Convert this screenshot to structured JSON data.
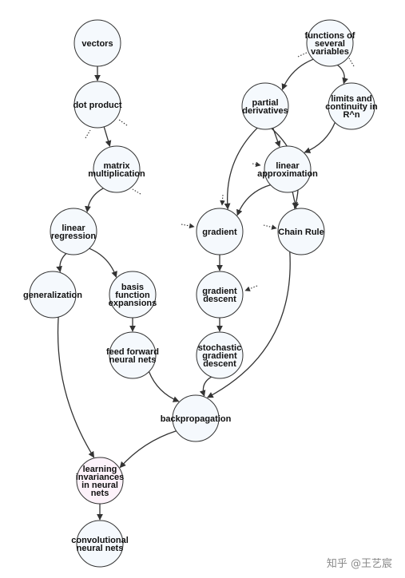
{
  "colors": {
    "node_fill": "#f5f9fd",
    "node_stroke": "#333333",
    "highlight_fill": "#fdf2fa",
    "edge": "#333333"
  },
  "nodes": [
    {
      "id": "vectors",
      "lines": [
        "vectors"
      ]
    },
    {
      "id": "dot-product",
      "lines": [
        "dot product"
      ]
    },
    {
      "id": "matrix-multiplication",
      "lines": [
        "matrix",
        "multiplication"
      ]
    },
    {
      "id": "linear-regression",
      "lines": [
        "linear",
        "regression"
      ]
    },
    {
      "id": "generalization",
      "lines": [
        "generalization"
      ]
    },
    {
      "id": "basis-function-expansions",
      "lines": [
        "basis",
        "function",
        "expansions"
      ]
    },
    {
      "id": "feed-forward-neural-nets",
      "lines": [
        "feed forward",
        "neural nets"
      ]
    },
    {
      "id": "backpropagation",
      "lines": [
        "backpropagation"
      ]
    },
    {
      "id": "learning-invariances",
      "lines": [
        "learning",
        "invariances",
        "in neural",
        "nets"
      ],
      "highlight": true
    },
    {
      "id": "convolutional-neural-nets",
      "lines": [
        "convolutional",
        "neural nets"
      ]
    },
    {
      "id": "functions-of-several-variables",
      "lines": [
        "functions of",
        "several",
        "variables"
      ]
    },
    {
      "id": "partial-derivatives",
      "lines": [
        "partial",
        "derivatives"
      ]
    },
    {
      "id": "limits-and-continuity",
      "lines": [
        "limits and",
        "continuity in",
        "R^n"
      ]
    },
    {
      "id": "linear-approximation",
      "lines": [
        "linear",
        "approximation"
      ]
    },
    {
      "id": "gradient",
      "lines": [
        "gradient"
      ]
    },
    {
      "id": "chain-rule",
      "lines": [
        "Chain Rule"
      ]
    },
    {
      "id": "gradient-descent",
      "lines": [
        "gradient",
        "descent"
      ]
    },
    {
      "id": "stochastic-gradient-descent",
      "lines": [
        "stochastic",
        "gradient",
        "descent"
      ]
    }
  ],
  "edges": [
    {
      "from": "vectors",
      "to": "dot-product"
    },
    {
      "from": "dot-product",
      "to": "matrix-multiplication"
    },
    {
      "from": "matrix-multiplication",
      "to": "linear-regression"
    },
    {
      "from": "linear-regression",
      "to": "generalization"
    },
    {
      "from": "linear-regression",
      "to": "basis-function-expansions"
    },
    {
      "from": "basis-function-expansions",
      "to": "feed-forward-neural-nets"
    },
    {
      "from": "feed-forward-neural-nets",
      "to": "backpropagation"
    },
    {
      "from": "generalization",
      "to": "learning-invariances"
    },
    {
      "from": "backpropagation",
      "to": "learning-invariances"
    },
    {
      "from": "learning-invariances",
      "to": "convolutional-neural-nets"
    },
    {
      "from": "functions-of-several-variables",
      "to": "partial-derivatives"
    },
    {
      "from": "functions-of-several-variables",
      "to": "limits-and-continuity"
    },
    {
      "from": "partial-derivatives",
      "to": "linear-approximation"
    },
    {
      "from": "limits-and-continuity",
      "to": "linear-approximation"
    },
    {
      "from": "partial-derivatives",
      "to": "gradient"
    },
    {
      "from": "partial-derivatives",
      "to": "chain-rule"
    },
    {
      "from": "linear-approximation",
      "to": "gradient"
    },
    {
      "from": "linear-approximation",
      "to": "chain-rule"
    },
    {
      "from": "gradient",
      "to": "gradient-descent"
    },
    {
      "from": "gradient-descent",
      "to": "stochastic-gradient-descent"
    },
    {
      "from": "stochastic-gradient-descent",
      "to": "backpropagation"
    },
    {
      "from": "chain-rule",
      "to": "backpropagation"
    }
  ],
  "watermark": "知乎 @王艺宸"
}
